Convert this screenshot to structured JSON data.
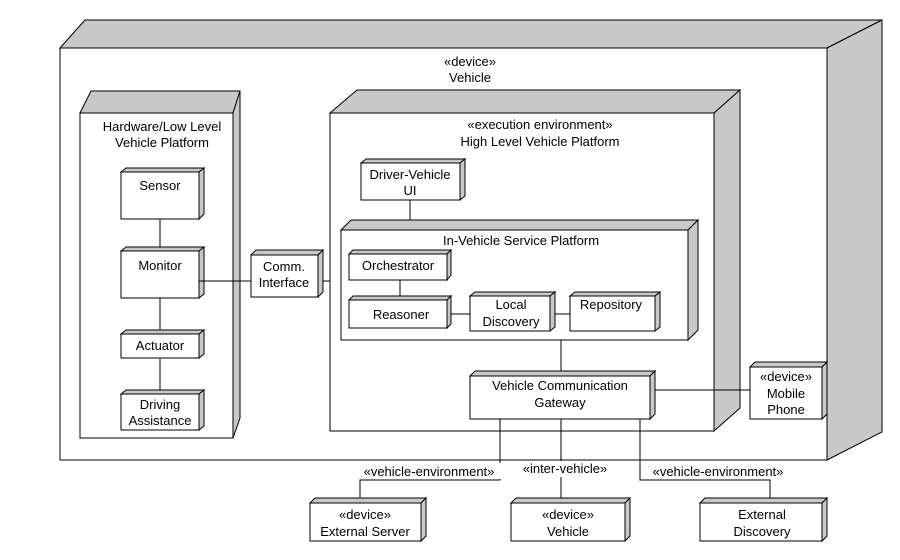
{
  "vehicle_node": {
    "stereotype": "«device»",
    "name": "Vehicle"
  },
  "hw_platform": {
    "line1": "Hardware/Low Level",
    "line2": "Vehicle Platform"
  },
  "hw_components": {
    "sensor": "Sensor",
    "monitor": "Monitor",
    "actuator": "Actuator",
    "driving_assistance": {
      "line1": "Driving",
      "line2": "Assistance"
    }
  },
  "comm_interface": {
    "line1": "Comm.",
    "line2": "Interface"
  },
  "exec_env": {
    "stereotype": "«execution environment»",
    "name": "High Level Vehicle Platform"
  },
  "driver_ui": {
    "line1": "Driver-Vehicle",
    "line2": "UI"
  },
  "service_platform": {
    "name": "In-Vehicle Service Platform",
    "orchestrator": "Orchestrator",
    "reasoner": "Reasoner",
    "local_discovery": {
      "line1": "Local",
      "line2": "Discovery"
    },
    "repository": "Repository"
  },
  "gateway": {
    "line1": "Vehicle Communication",
    "line2": "Gateway"
  },
  "mobile_phone": {
    "line1": "«device»",
    "line2": "Mobile",
    "line3": "Phone"
  },
  "links": {
    "left_env": "«vehicle-environment»",
    "inter_vehicle": "«inter-vehicle»",
    "right_env": "«vehicle-environment»"
  },
  "external_server": {
    "line1": "«device»",
    "line2": "External Server"
  },
  "other_vehicle": {
    "line1": "«device»",
    "line2": "Vehicle"
  },
  "external_discovery": {
    "line1": "External",
    "line2": "Discovery"
  }
}
